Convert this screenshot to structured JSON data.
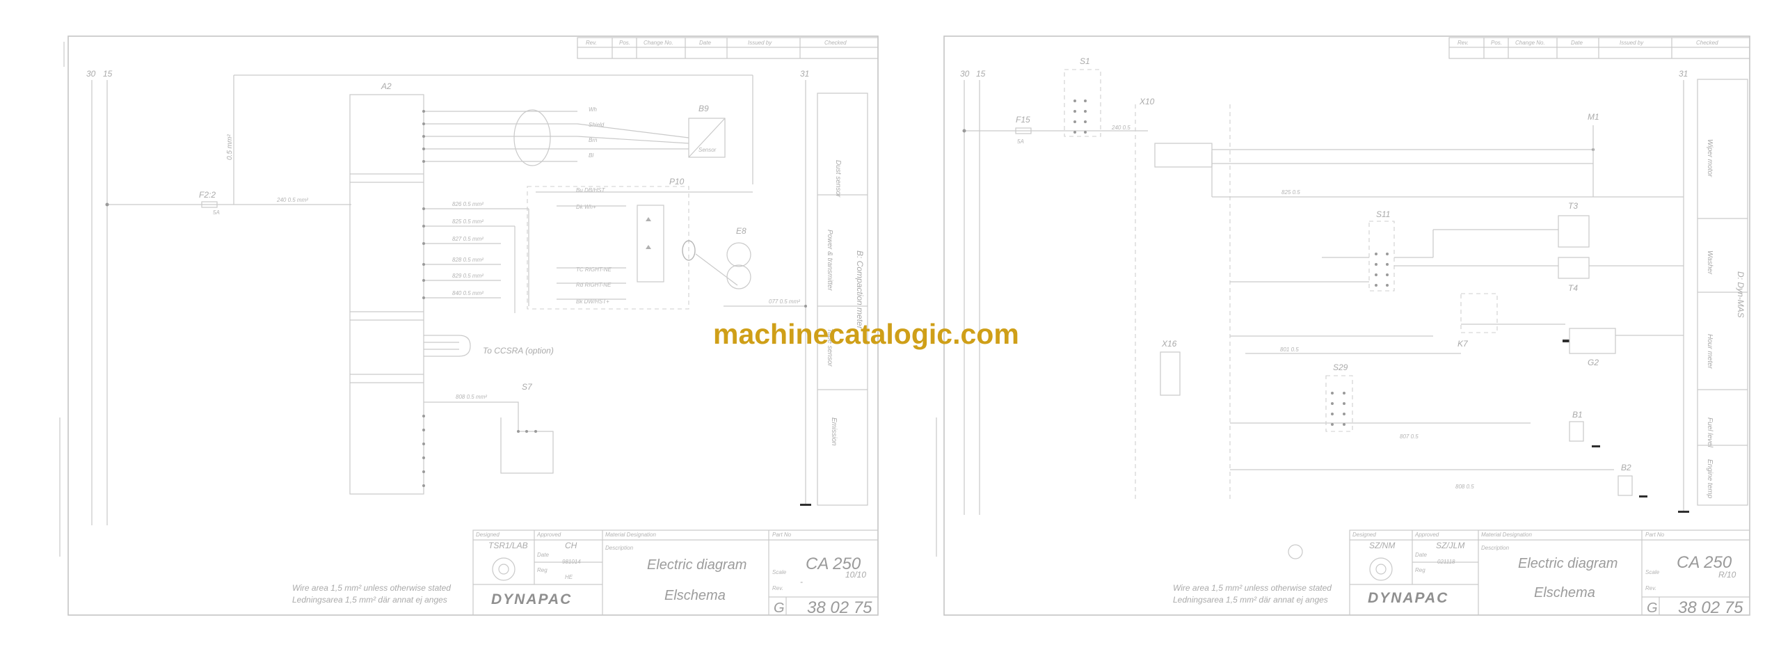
{
  "watermark": "machinecatalogic.com",
  "sheet_left": {
    "bus_labels": {
      "b30": "30",
      "b15": "15",
      "b31": "31"
    },
    "revision_header": [
      "Rev.",
      "Pos.",
      "Change No.",
      "Date",
      "Issued by",
      "Checked"
    ],
    "components": {
      "a2": "A2",
      "b9": "B9",
      "b9_sensor": "Sensor",
      "f22": "F2:2",
      "f22_rating": "5A",
      "p10": "P10",
      "e8": "E8",
      "s7": "S7",
      "to_ccs": "To CCSRA (option)",
      "wire_a2in": "0.5 mm²",
      "wire_main": "240 0.5 mm²",
      "wire_e8": "077 0.5 mm²"
    },
    "conn_top_wires": [
      "Wh",
      "Shield",
      "Brn",
      "Bl"
    ],
    "conn_mid_wires": [
      "826 0.5 mm²",
      "825 0.5 mm²",
      "827 0.5 mm²",
      "828 0.5 mm²",
      "829 0.5 mm²",
      "840 0.5 mm²"
    ],
    "p10_labels": [
      "Bu DB/HST",
      "Dk Wh+",
      "TC RIGHT-NE",
      "Rd RIGHT-NE",
      "Bk DW/HST+"
    ],
    "s7_wire": "808 0.5 mm²",
    "side_boxes": [
      "Dust sensor",
      "Power & transmitter",
      "Tape sensor",
      "Emission"
    ],
    "side_title": "B: Compaction meter",
    "title_block": {
      "designed_label": "Designed",
      "designed": "TSR1/LAB",
      "approved_label": "Approved",
      "approved": "CH",
      "date_label": "Date",
      "date": "981014",
      "reg_label": "Reg",
      "reg": "HE",
      "material_label": "Material Designation",
      "description_label": "Description",
      "title_en": "Electric diagram",
      "title_sv": "Elschema",
      "partno_label": "Part No",
      "model": "CA 250",
      "scale_label": "Scale",
      "scale": "-",
      "sheet": "10/10",
      "rev_label": "Rev.",
      "rev": "G",
      "number": "38 02 75",
      "logo": "DYNAPAC"
    },
    "note_en": "Wire area 1,5 mm² unless otherwise stated",
    "note_sv": "Ledningsarea 1,5 mm² där annat ej anges"
  },
  "sheet_right": {
    "bus_labels": {
      "b30": "30",
      "b15": "15",
      "b31": "31"
    },
    "revision_header": [
      "Rev.",
      "Pos.",
      "Change No.",
      "Date",
      "Issued by",
      "Checked"
    ],
    "components": {
      "s1": "S1",
      "x10": "X10",
      "f15": "F15",
      "f15_rating": "5A",
      "m1": "M1",
      "s11": "S11",
      "s29": "S29",
      "x16": "X16",
      "t3": "T3",
      "t4": "T4",
      "k7": "K7",
      "g2": "G2",
      "b1": "B1",
      "b2": "B2",
      "wire_a": "240 0.5",
      "wire_b": "825 0.5",
      "wire_c": "807 0.5",
      "wire_d": "801 0.5",
      "wire_e": "808 0.5"
    },
    "side_boxes": [
      "Wiper motor",
      "Washer",
      "Hour meter",
      "Fuel level",
      "Engine temp"
    ],
    "side_title": "D: Dyn-MAS",
    "title_block": {
      "designed_label": "Designed",
      "designed": "SZ/NM",
      "approved_label": "Approved",
      "approved": "SZ/JLM",
      "date_label": "Date",
      "date": "021118",
      "reg_label": "Reg",
      "material_label": "Material Designation",
      "description_label": "Description",
      "title_en": "Electric diagram",
      "title_sv": "Elschema",
      "partno_label": "Part No",
      "model": "CA 250",
      "scale_label": "Scale",
      "sheet": "R/10",
      "rev_label": "Rev.",
      "rev": "G",
      "number": "38 02 75",
      "logo": "DYNAPAC"
    },
    "note_en": "Wire area 1,5 mm² unless otherwise stated",
    "note_sv": "Ledningsarea 1,5 mm² där annat ej anges"
  }
}
